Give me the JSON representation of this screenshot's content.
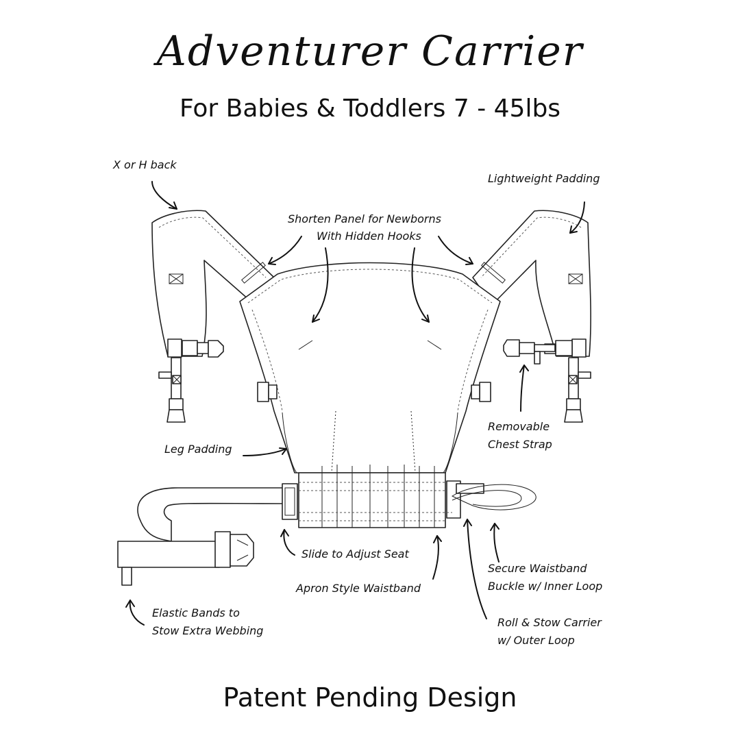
{
  "title": "Adventurer Carrier",
  "subtitle": "For Babies & Toddlers 7 - 45lbs",
  "footer": "Patent Pending Design",
  "labels": {
    "x_or_h_back": "X or H back",
    "lightweight_padding": "Lightweight Padding",
    "shorten_panel_1": "Shorten Panel for Newborns",
    "shorten_panel_2": "With Hidden Hooks",
    "removable_chest_1": "Removable",
    "removable_chest_2": "Chest Strap",
    "leg_padding": "Leg Padding",
    "slide_adjust": "Slide to Adjust Seat",
    "apron_waistband": "Apron Style Waistband",
    "secure_waistband_1": "Secure Waistband",
    "secure_waistband_2": "Buckle w/ Inner Loop",
    "roll_stow_1": "Roll & Stow Carrier",
    "roll_stow_2": "w/ Outer Loop",
    "elastic_bands_1": "Elastic Bands to",
    "elastic_bands_2": "Stow Extra Webbing"
  }
}
